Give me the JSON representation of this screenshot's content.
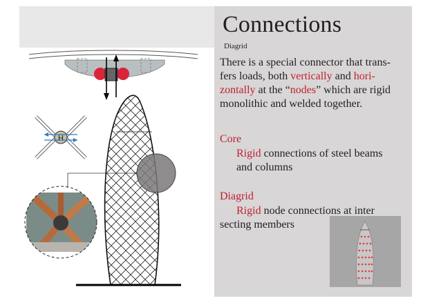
{
  "title": "Connections",
  "subtitle": "Diagrid",
  "intro": {
    "p1": "There is a special connector that trans-",
    "p2": "fers loads, both ",
    "p3": "vertically",
    "p4": " and ",
    "p5": "hori-",
    "p6": "zontally",
    "p7": " at the “",
    "p8": "nodes",
    "p9": "” which are rigid",
    "p10": "monolithic and welded together."
  },
  "core": {
    "heading": "Core",
    "rigid": "Rigid",
    "line1": " connections of steel beams",
    "line2": "and columns"
  },
  "diagrid": {
    "heading": "Diagrid",
    "rigid": "Rigid",
    "line1": " node connections at inter",
    "line2": "secting members"
  },
  "node_label": "H",
  "colors": {
    "accent": "#c21f2e",
    "panel": "#d8d6d7",
    "text": "#231f20"
  }
}
